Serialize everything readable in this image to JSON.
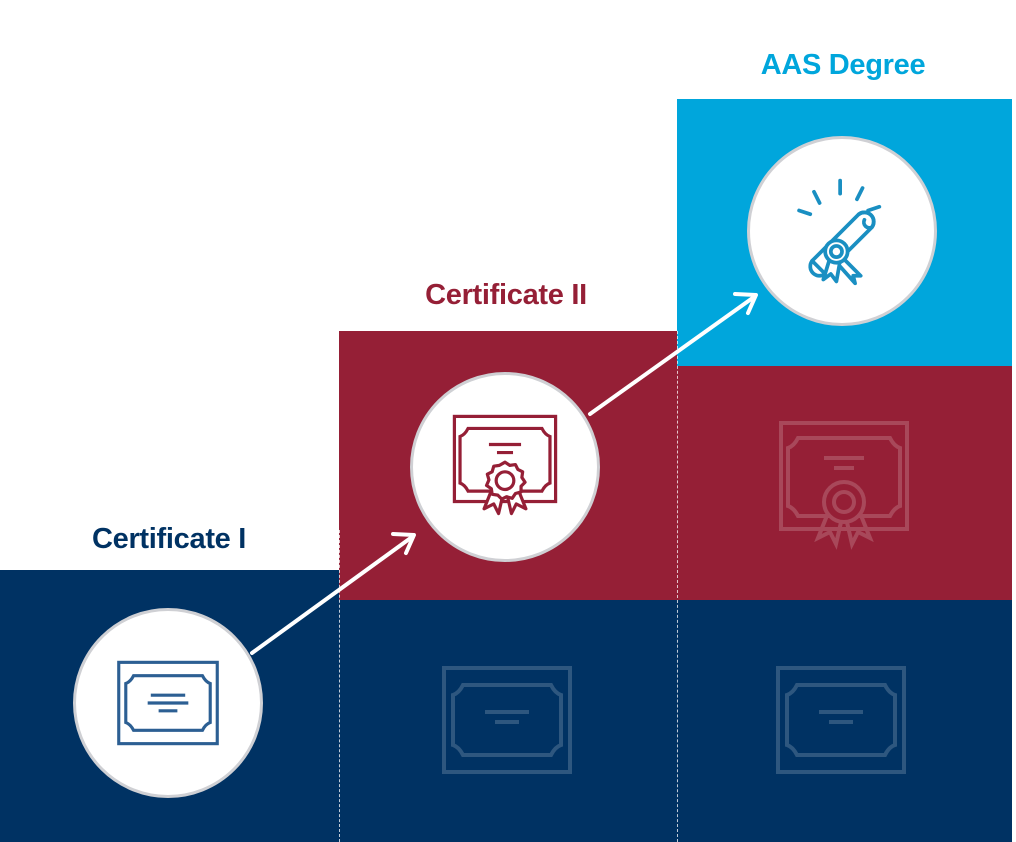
{
  "levels": [
    {
      "label": "Certificate I",
      "icon": "certificate-icon"
    },
    {
      "label": "Certificate II",
      "icon": "certificate-ribbon-icon"
    },
    {
      "label": "AAS Degree",
      "icon": "diploma-scroll-icon"
    }
  ],
  "colors": {
    "navy": "#003263",
    "maroon": "#951f36",
    "cyan": "#00a6dc",
    "white": "#ffffff",
    "circle_border": "#cfd0d4",
    "icon_navy": "#2c5f93",
    "icon_maroon": "#951f36",
    "icon_cyan": "#1a8fc2"
  }
}
